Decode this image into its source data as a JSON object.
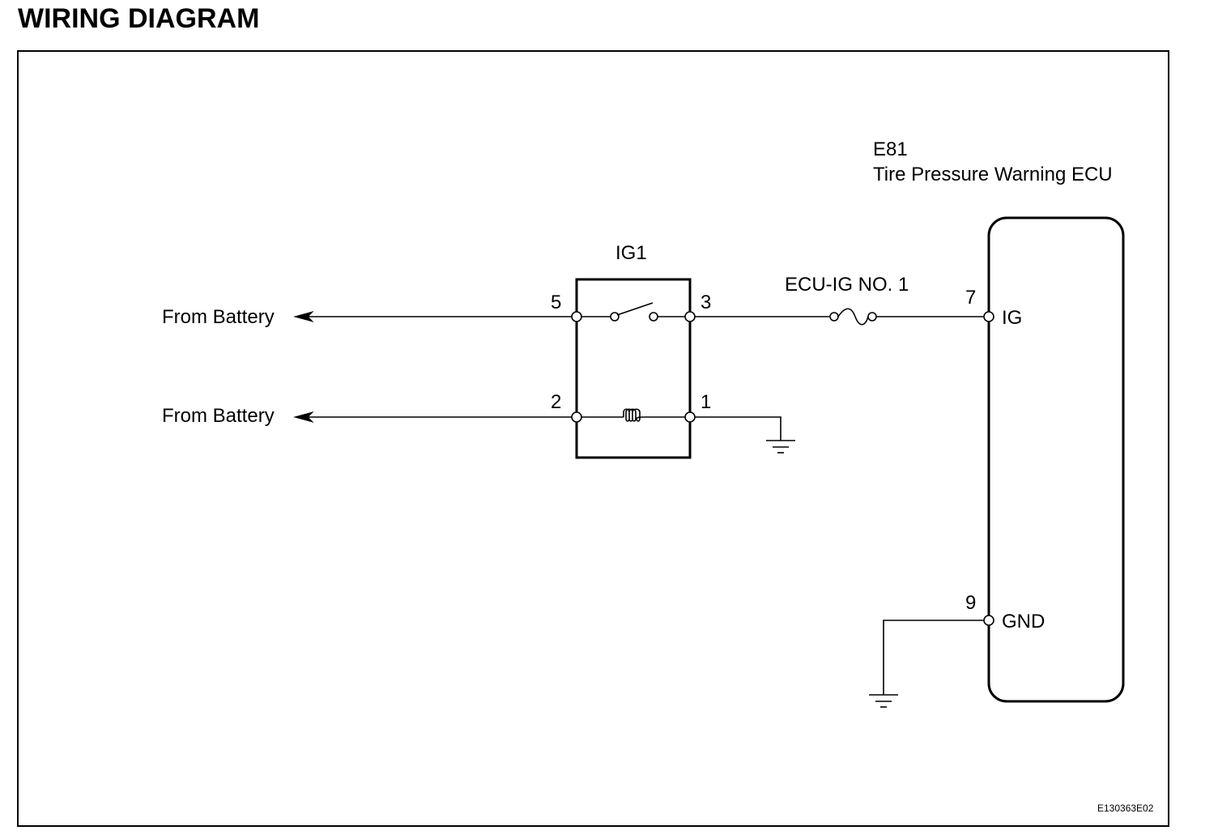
{
  "title": "WIRING DIAGRAM",
  "ecu": {
    "connector": "E81",
    "name": "Tire Pressure Warning ECU",
    "pins": [
      {
        "number": "7",
        "label": "IG"
      },
      {
        "number": "9",
        "label": "GND"
      }
    ]
  },
  "relay": {
    "name": "IG1",
    "pins": {
      "p5": "5",
      "p3": "3",
      "p2": "2",
      "p1": "1"
    }
  },
  "fuse": {
    "name": "ECU-IG NO. 1"
  },
  "sources": {
    "upper": "From Battery",
    "lower": "From Battery"
  },
  "figure_code": "E130363E02"
}
